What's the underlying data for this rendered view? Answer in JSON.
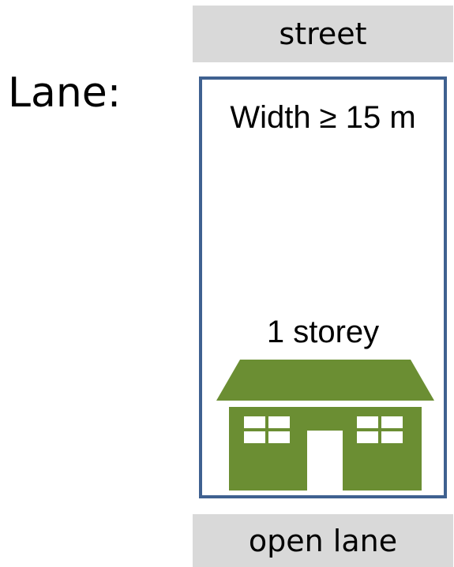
{
  "heading": "Lane:",
  "roads": {
    "top": "street",
    "bottom": "open lane"
  },
  "lot": {
    "width_label": "Width ≥ 15 m",
    "house_label": "1 storey"
  },
  "colors": {
    "lot_border": "#3f6190",
    "road_fill": "#d9d9d9",
    "house_fill": "#6b8e33",
    "house_details": "#ffffff"
  },
  "icons": {
    "house": "house-icon"
  }
}
